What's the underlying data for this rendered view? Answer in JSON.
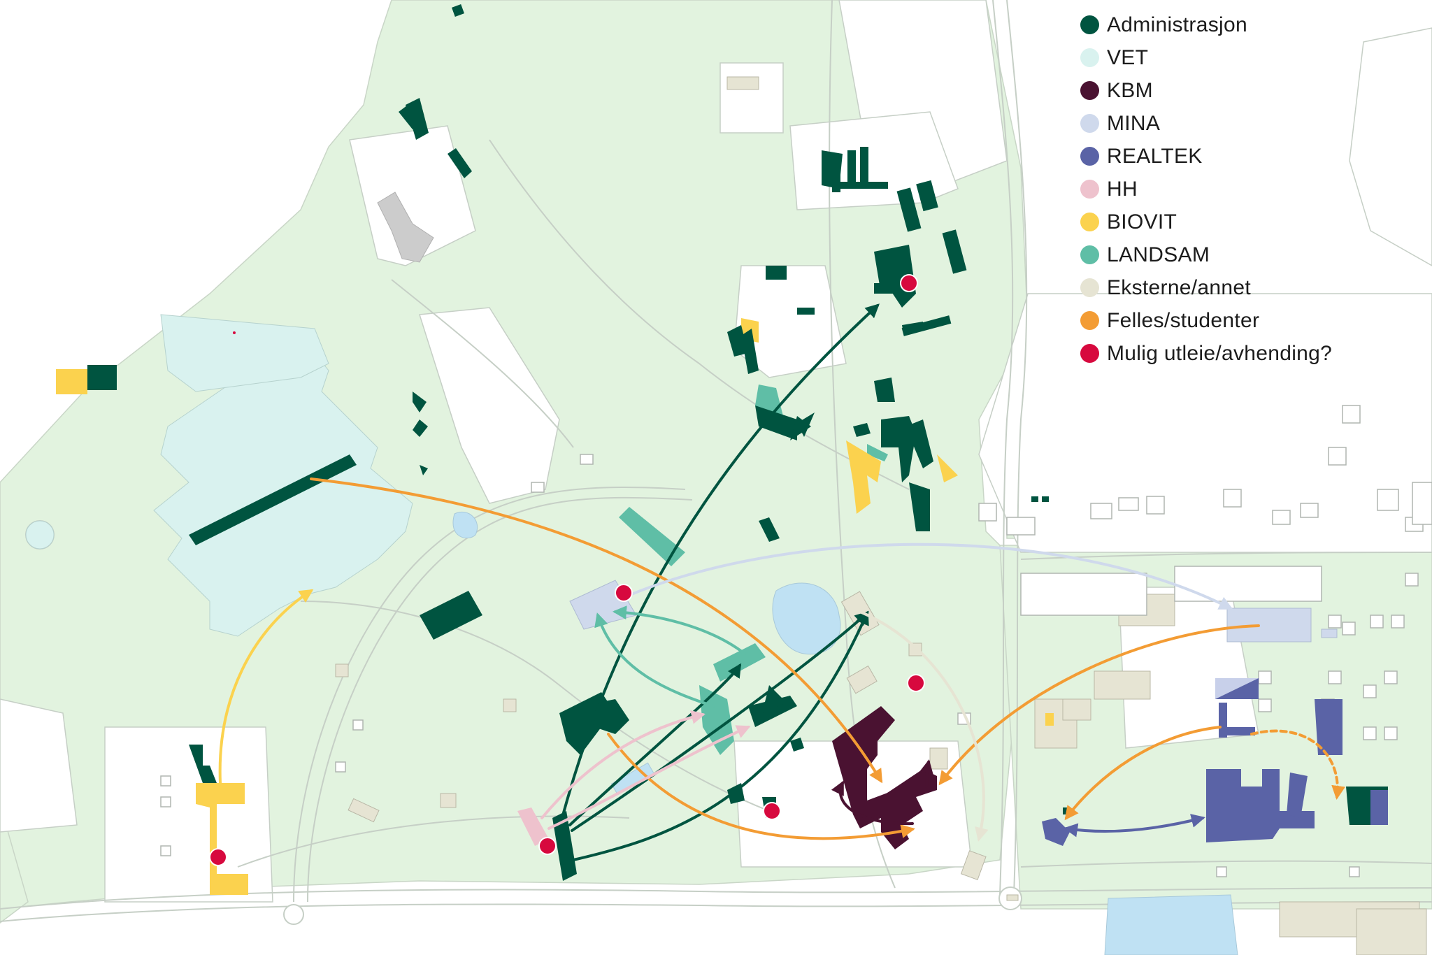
{
  "legend": {
    "items": [
      {
        "label": "Administrasjon",
        "color": "#005440"
      },
      {
        "label": "VET",
        "color": "#d9f2ef"
      },
      {
        "label": "KBM",
        "color": "#4a1231"
      },
      {
        "label": "MINA",
        "color": "#cfd9ec"
      },
      {
        "label": "REALTEK",
        "color": "#5a63a6"
      },
      {
        "label": "HH",
        "color": "#eec2cd"
      },
      {
        "label": "BIOVIT",
        "color": "#fbd24e"
      },
      {
        "label": "LANDSAM",
        "color": "#5fbea6"
      },
      {
        "label": "Eksterne/annet",
        "color": "#e6e4d3"
      },
      {
        "label": "Felles/studenter",
        "color": "#f39c34"
      },
      {
        "label": "Mulig utleie/avhending?",
        "color": "#d7093e"
      }
    ]
  },
  "colors": {
    "background": "#ffffff",
    "green_area": "#e2f3df",
    "road_line": "#c6cfc6",
    "water": "#bfe1f3",
    "outline": "#b9c0ba"
  }
}
